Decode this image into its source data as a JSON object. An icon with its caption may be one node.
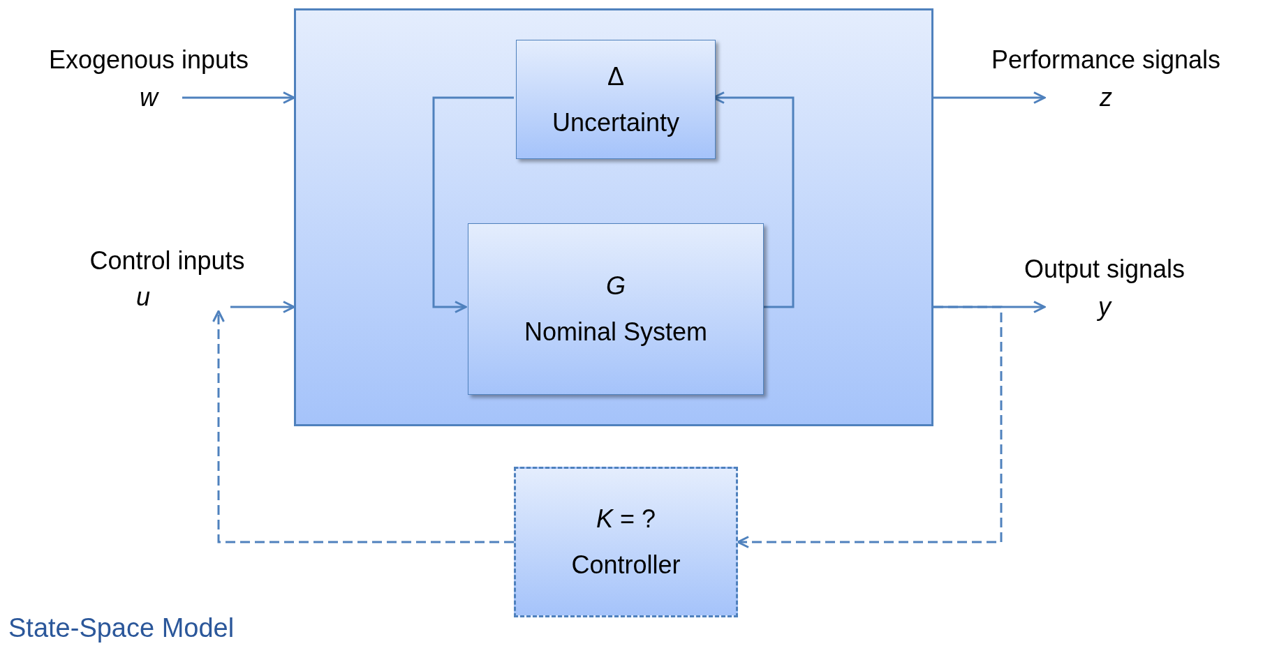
{
  "diagram": {
    "title": "State-Space Model",
    "nodes": [
      {
        "text": [],
        "shape": "box"
      },
      {
        "text": [
          "Δ",
          "Uncertainty"
        ],
        "in": 0
      },
      {
        "text": [
          "*G*",
          "Nominal System"
        ],
        "in": 0
      },
      {
        "text": [
          "*K* = ?",
          "Controller"
        ]
      },
      {
        "text": [
          "*w*"
        ],
        "beside": [
          "Exogenous inputs"
        ]
      },
      {
        "text": [
          "*u*"
        ],
        "beside": [
          "Control inputs"
        ]
      },
      {
        "text": [
          "*z*"
        ],
        "beside": [
          "Performance signals"
        ]
      },
      {
        "text": [
          "*y*"
        ],
        "beside": [
          "Output signals"
        ]
      }
    ],
    "edges": [
      {
        "from": 4,
        "to": 0,
        "arrow": "to"
      },
      {
        "from": 5,
        "to": 0,
        "arrow": "to"
      },
      {
        "from": 0,
        "to": 6,
        "arrow": "to"
      },
      {
        "from": 0,
        "to": 7,
        "arrow": "to"
      },
      {
        "from": 1,
        "to": 2,
        "arrow": "to"
      },
      {
        "from": 2,
        "to": 1,
        "arrow": "to"
      },
      {
        "from": 0,
        "to": 3,
        "arrow": "to",
        "style": "dashed"
      },
      {
        "from": 3,
        "to": 5,
        "arrow": "to",
        "style": "dashed"
      }
    ]
  }
}
